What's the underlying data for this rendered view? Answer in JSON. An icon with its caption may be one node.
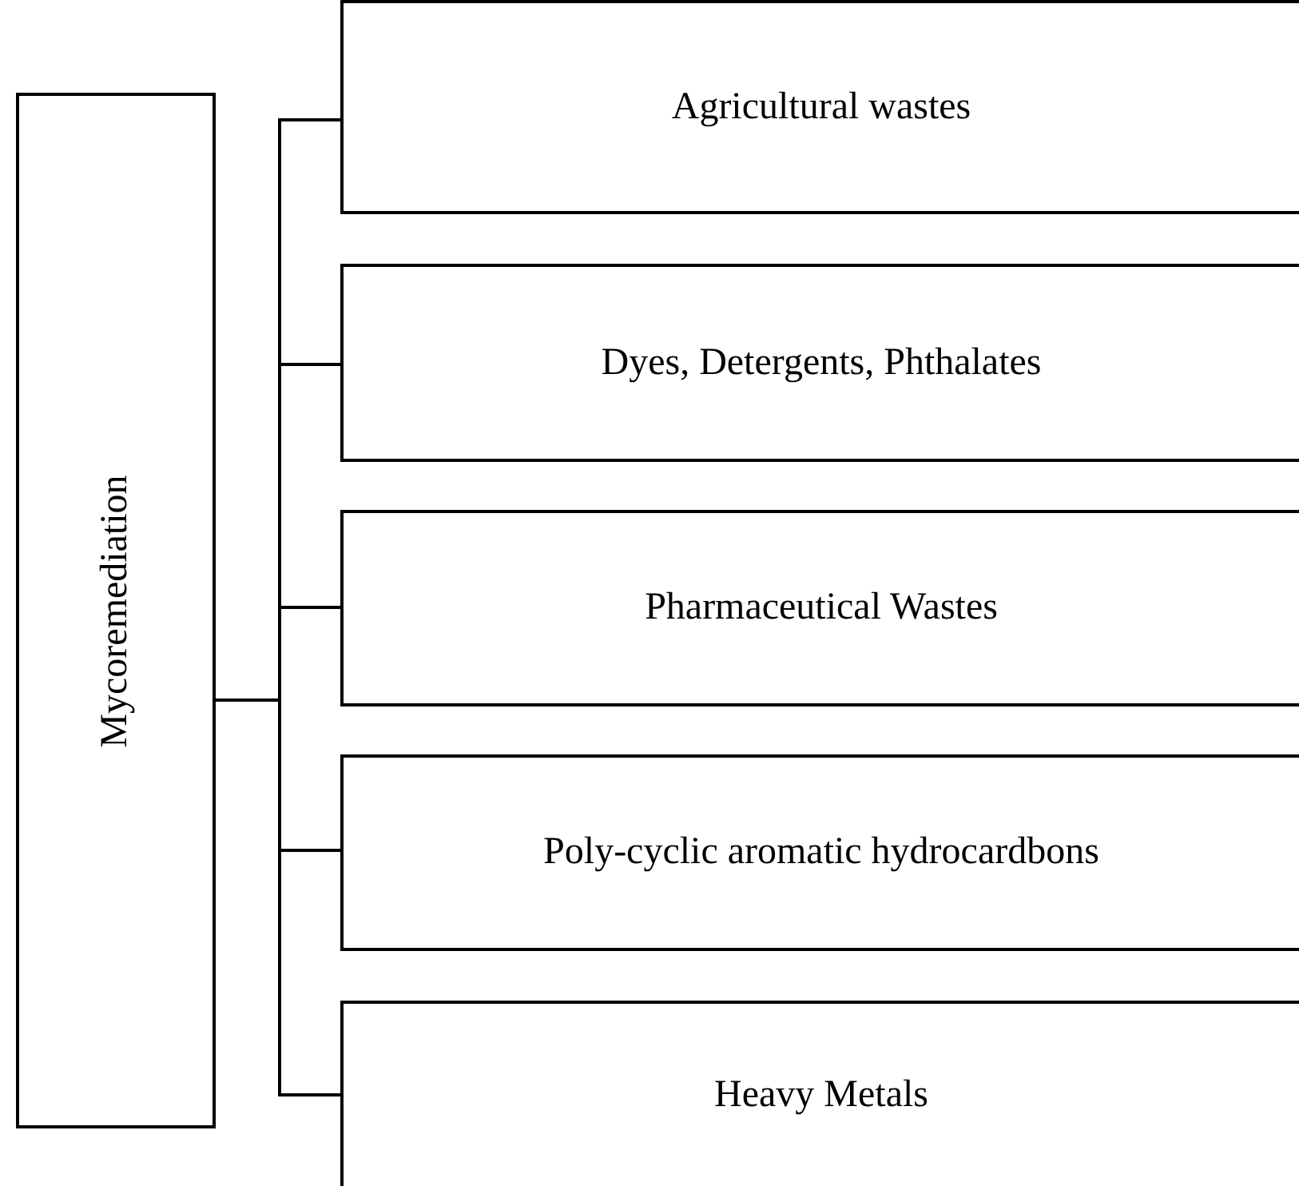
{
  "diagram": {
    "nodes": [
      {
        "text": [
          "Mycoremediation"
        ]
      },
      {
        "text": [
          "Agricultural wastes"
        ]
      },
      {
        "text": [
          "Dyes, Detergents, Phthalates"
        ]
      },
      {
        "text": [
          "Pharmaceutical Wastes"
        ]
      },
      {
        "text": [
          "Poly-cyclic aromatic hydrocardbons"
        ]
      },
      {
        "text": [
          "Heavy Metals"
        ]
      }
    ],
    "edges": [
      {
        "from": 0,
        "to": 1,
        "arrow": "none"
      },
      {
        "from": 0,
        "to": 2,
        "arrow": "none"
      },
      {
        "from": 0,
        "to": 3,
        "arrow": "none"
      },
      {
        "from": 0,
        "to": 4,
        "arrow": "none"
      },
      {
        "from": 0,
        "to": 5,
        "arrow": "none"
      }
    ]
  }
}
